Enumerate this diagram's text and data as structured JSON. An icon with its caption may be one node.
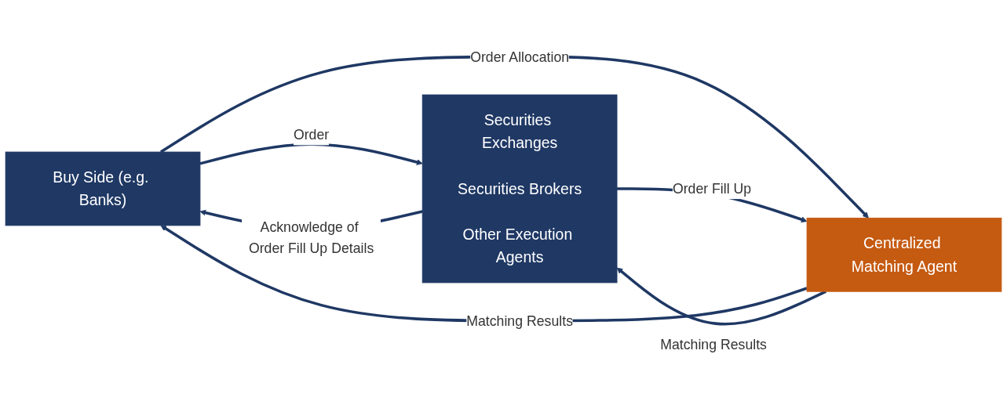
{
  "diagram": {
    "nodes": [
      {
        "text": [
          "Buy Side (e.g. Banks)"
        ]
      },
      {
        "text": [
          "Securities Exchanges",
          "Securities Brokers",
          "Other Execution Agents"
        ]
      },
      {
        "text": [
          "Centralized Matching Agent"
        ]
      }
    ],
    "edges": [
      {
        "from": 0,
        "to": 1,
        "arrow": "to",
        "label": "Order"
      },
      {
        "from": 1,
        "to": 0,
        "arrow": "to",
        "label": "Acknowledge of Order Fill Up Details"
      },
      {
        "from": 0,
        "to": 2,
        "arrow": "to",
        "label": "Order Allocation"
      },
      {
        "from": 2,
        "to": 0,
        "arrow": "to",
        "label": "Matching Results"
      },
      {
        "from": 1,
        "to": 2,
        "arrow": "to",
        "label": "Order Fill Up"
      },
      {
        "from": 2,
        "to": 1,
        "arrow": "to",
        "label": "Matching Results"
      }
    ]
  }
}
